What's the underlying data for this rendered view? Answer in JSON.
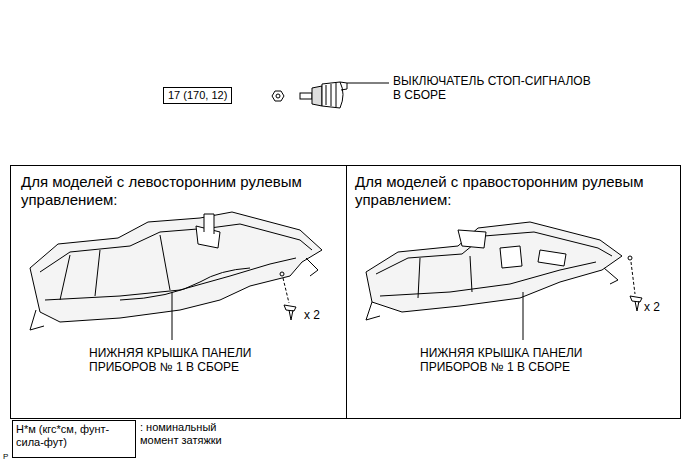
{
  "diagram": {
    "nodes": [
      {
        "text": [
          "17 (170, 12)"
        ]
      },
      {
        "text": [
          "Для моделей с левосторонним рулевым управлением:",
          "НИЖНЯЯ КРЫШКА ПАНЕЛИ ПРИБОРОВ № 1 В СБОРЕ",
          "x 2"
        ]
      },
      {
        "text": [
          "Для моделей с правосторонним рулевым управлением:",
          "НИЖНЯЯ КРЫШКА ПАНЕЛИ ПРИБОРОВ № 1 В СБОРЕ",
          "x 2"
        ]
      },
      {
        "text": [
          "Н*м (кгс*см, фунт-сила-фут)"
        ]
      }
    ],
    "labels": [
      "ВЫКЛЮЧАТЕЛЬ СТОП-СИГНАЛОВ В СБОРЕ",
      ": номинальный момент затяжки",
      "P"
    ]
  }
}
